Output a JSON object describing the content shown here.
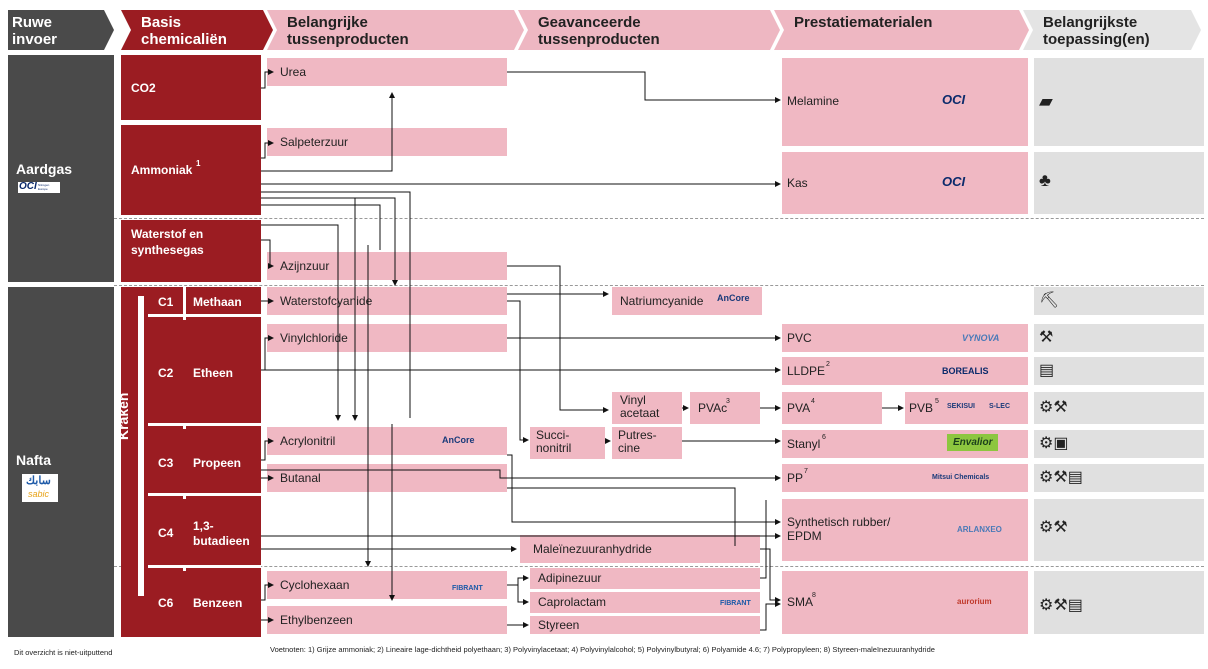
{
  "headers": {
    "h1": "Ruwe invoer",
    "h2": "Basis chemicaliën",
    "h3": "Belangrijke tussenproducten",
    "h4": "Geavanceerde tussenproducten",
    "h5": "Prestatiematerialen",
    "h6": "Belangrijkste toepassing(en)"
  },
  "feeds": {
    "gas": "Aardgas",
    "naphtha": "Nafta",
    "gas_logo": "OCI",
    "gas_logo_sub": "Nitrogen Europe",
    "naphtha_logo": "سابك",
    "naphtha_logo_sub": "sabic"
  },
  "basics": {
    "co2": "CO2",
    "ammonia": "Ammoniak",
    "ammonia_sup": "1",
    "hydrogen": "Waterstof en synthesegas",
    "cracking": "Kraken",
    "c1": "C1",
    "c1n": "Methaan",
    "c2": "C2",
    "c2n": "Etheen",
    "c3": "C3",
    "c3n": "Propeen",
    "c4": "C4",
    "c4n": "1,3-butadieen",
    "c6": "C6",
    "c6n": "Benzeen"
  },
  "inter": {
    "urea": "Urea",
    "nitric": "Salpeterzuur",
    "acetic": "Azijnzuur",
    "hcn": "Waterstofcyanide",
    "vcm": "Vinylchloride",
    "acn": "Acrylonitril",
    "butanal": "Butanal",
    "maleic": "Maleïnezuuranhydride",
    "cyclo": "Cyclohexaan",
    "ethylb": "Ethylbenzeen"
  },
  "adv": {
    "nacn": "Natriumcyanide",
    "vam": "Vinyl acetaat",
    "pvac": "PVAc",
    "pvac_sup": "3",
    "succ": "Succi-nonitril",
    "putr": "Putres-cine",
    "adipic": "Adipinezuur",
    "capro": "Caprolactam",
    "styrene": "Styreen"
  },
  "perf": {
    "melamine": "Melamine",
    "kas": "Kas",
    "pvc": "PVC",
    "lldpe": "LLDPE",
    "lldpe_sup": "2",
    "pva": "PVA",
    "pva_sup": "4",
    "pvb": "PVB",
    "pvb_sup": "5",
    "stanyl": "Stanyl",
    "stanyl_sup": "6",
    "pp": "PP",
    "pp_sup": "7",
    "rubber": "Synthetisch rubber/ EPDM",
    "sma": "SMA",
    "sma_sup": "8"
  },
  "logos": {
    "oci": "OCI",
    "oci_sub": "Nitrogen Europe",
    "ancore": "AnCore",
    "vynova": "VYNOVA",
    "borealis": "BOREALIS",
    "sekisui": "SEKISUI",
    "slec": "S-LEC",
    "envalior": "Envalior",
    "mitsui": "Mitsui Chemicals",
    "arlanxeo": "ARLANXEO",
    "fibrant": "FIBRANT",
    "aurorium": "aurorium"
  },
  "footer": {
    "note": "Dit overzicht is niet-uitputtend",
    "footnotes": "Voetnoten: 1) Grijze ammoniak;  2) Lineaire lage-dichtheid polyethaan; 3) Polyvinylacetaat; 4) Polyvinylalcohol; 5) Polyvinylbutyral; 6) Polyamide 4.6; 7) Polypropyleen; 8) Styreen-maleïnezuuranhydride"
  },
  "colors": {
    "red": "#9b1c22",
    "pink": "#f0b8c3",
    "dark": "#4a4a4a",
    "grey": "#e0e0e0"
  }
}
